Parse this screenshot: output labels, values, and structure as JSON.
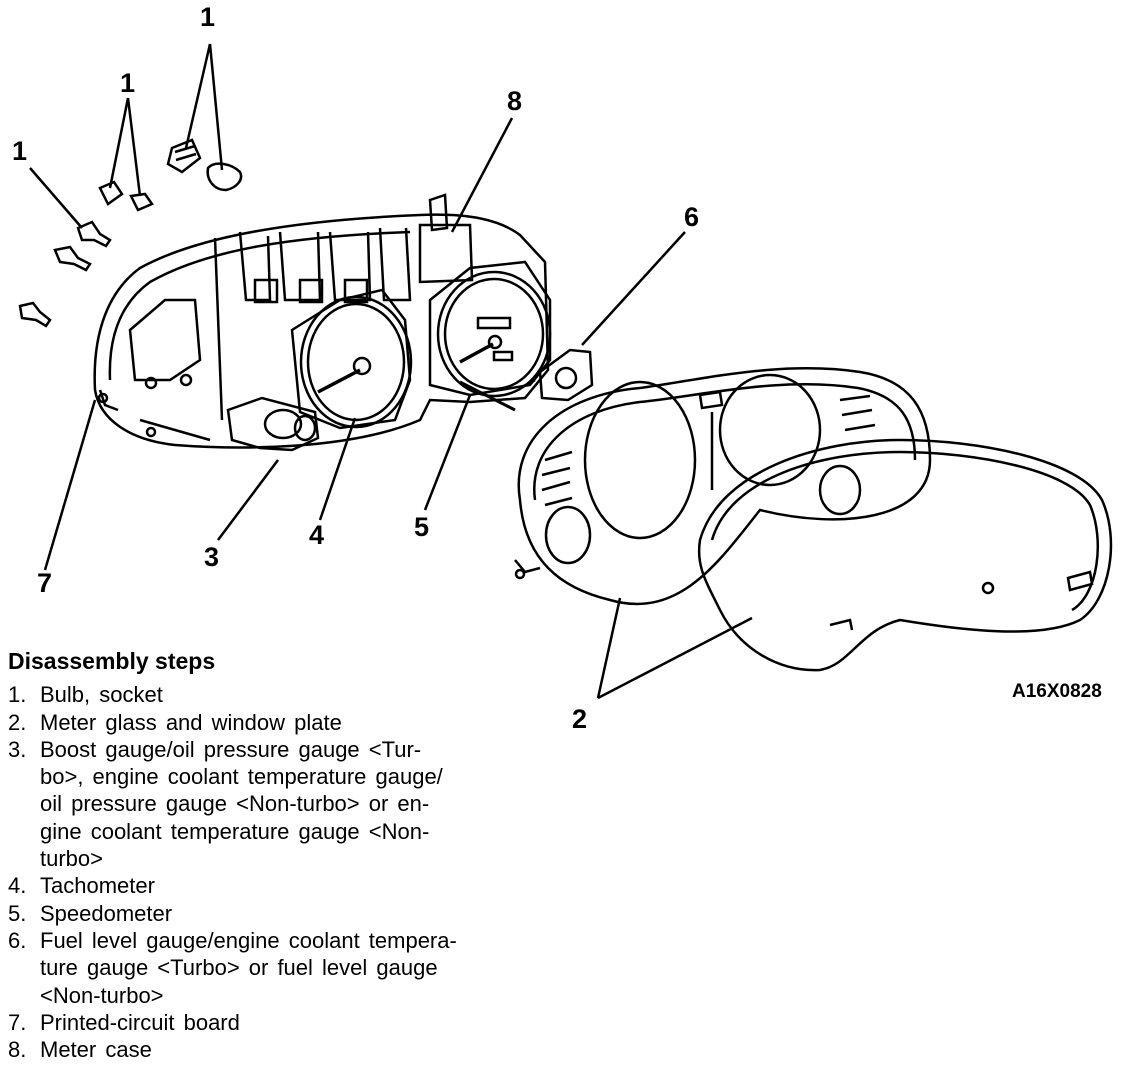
{
  "callouts": {
    "c1_top": "1",
    "c1_mid": "1",
    "c1_left": "1",
    "c8": "8",
    "c6": "6",
    "c7": "7",
    "c3": "3",
    "c4": "4",
    "c5": "5",
    "c2": "2"
  },
  "figure_id": "A16X0828",
  "steps_title": "Disassembly steps",
  "steps": [
    {
      "num": "1.",
      "lines": [
        "Bulb, socket"
      ]
    },
    {
      "num": "2.",
      "lines": [
        "Meter glass and window plate"
      ]
    },
    {
      "num": "3.",
      "lines": [
        "Boost gauge/oil pressure gauge <Tur-",
        "bo>, engine coolant temperature gauge/",
        "oil pressure gauge <Non-turbo> or en-",
        "gine coolant temperature gauge <Non-",
        "turbo>"
      ]
    },
    {
      "num": "4.",
      "lines": [
        "Tachometer"
      ]
    },
    {
      "num": "5.",
      "lines": [
        "Speedometer"
      ]
    },
    {
      "num": "6.",
      "lines": [
        "Fuel level gauge/engine coolant tempera-",
        "ture gauge <Turbo> or fuel level gauge",
        "<Non-turbo>"
      ]
    },
    {
      "num": "7.",
      "lines": [
        "Printed-circuit board"
      ]
    },
    {
      "num": "8.",
      "lines": [
        "Meter case"
      ]
    }
  ]
}
